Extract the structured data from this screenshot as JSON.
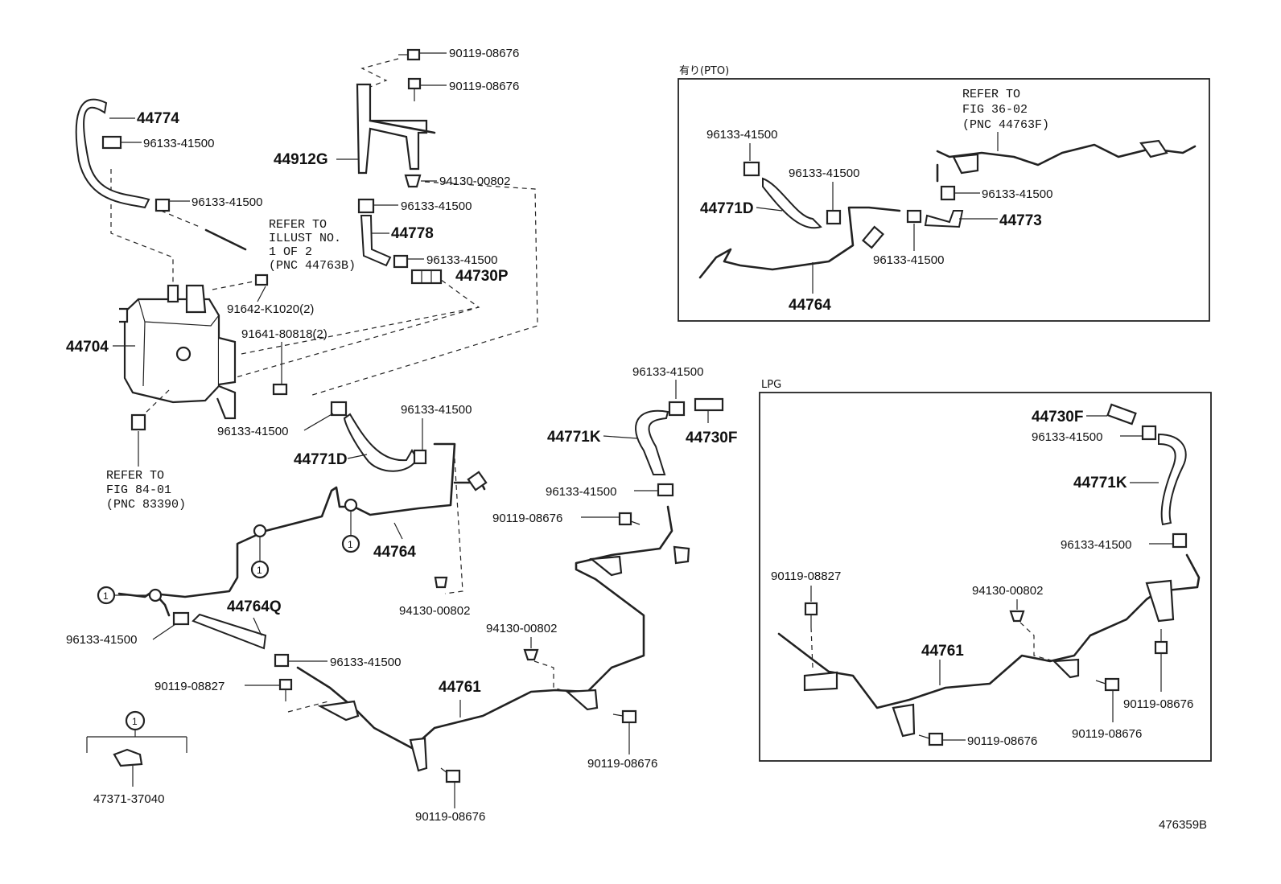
{
  "diagram_code": "476359B",
  "boxes": {
    "pto_title": "有り(PTO)",
    "lpg_title": "LPG"
  },
  "labels": {
    "l01": "90119-08676",
    "l02": "90119-08676",
    "l03": "44774",
    "l04": "96133-41500",
    "l05": "44912G",
    "l06": "94130-00802",
    "l07": "96133-41500",
    "l08": "96133-41500",
    "l09": "44778",
    "l10": "96133-41500",
    "l11": "44730P",
    "l12": "91642-K1020(2)",
    "l13": "44704",
    "l14": "91641-80818(2)",
    "l15": "96133-41500",
    "l16": "96133-41500",
    "l17": "44771D",
    "l18": "44764",
    "l19": "94130-00802",
    "l20": "44764Q",
    "l21": "96133-41500",
    "l22": "96133-41500",
    "l23": "90119-08827",
    "l24": "44761",
    "l25": "90119-08676",
    "l26": "47371-37040",
    "l27": "96133-41500",
    "l28": "44771K",
    "l29": "44730F",
    "l30": "96133-41500",
    "l31": "90119-08676",
    "l32": "94130-00802",
    "l33": "90119-08676",
    "p01": "96133-41500",
    "p02": "96133-41500",
    "p03": "44771D",
    "p04": "96133-41500",
    "p05": "44773",
    "p06": "96133-41500",
    "p07": "44764",
    "g01": "44730F",
    "g02": "96133-41500",
    "g03": "44771K",
    "g04": "96133-41500",
    "g05": "90119-08827",
    "g06": "94130-00802",
    "g07": "44761",
    "g08": "90119-08676",
    "g09": "90119-08676",
    "g10": "90119-08676"
  },
  "refs": {
    "r1": [
      "REFER TO",
      "ILLUST NO.",
      "1 OF 2",
      "(PNC 44763B)"
    ],
    "r2": [
      "REFER TO",
      "FIG 84-01",
      "(PNC 83390)"
    ],
    "r3": [
      "REFER TO",
      "FIG 36-02",
      "(PNC 44763F)"
    ]
  },
  "callouts": {
    "c1": "1",
    "c2": "1",
    "c3": "1",
    "c4": "1"
  }
}
